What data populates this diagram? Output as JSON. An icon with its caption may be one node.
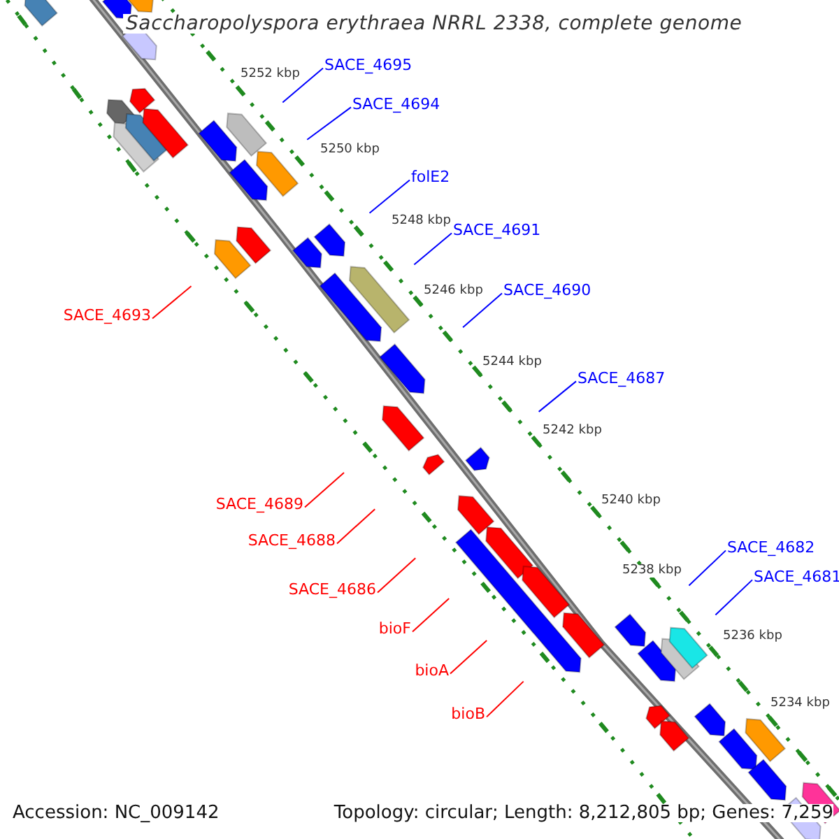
{
  "diagram": {
    "title": "Saccharopolyspora erythraea NRRL 2338, complete genome",
    "nodes": [
      {
        "text": [
          "SACE_4695"
        ]
      },
      {
        "text": [
          "SACE_4694"
        ]
      },
      {
        "text": [
          "folE2"
        ]
      },
      {
        "text": [
          "SACE_4691"
        ]
      },
      {
        "text": [
          "SACE_4690"
        ]
      },
      {
        "text": [
          "SACE_4687"
        ]
      },
      {
        "text": [
          "SACE_4693"
        ]
      },
      {
        "text": [
          "SACE_4689"
        ]
      },
      {
        "text": [
          "SACE_4688"
        ]
      },
      {
        "text": [
          "SACE_4686"
        ]
      },
      {
        "text": [
          "bioF"
        ]
      },
      {
        "text": [
          "bioA"
        ]
      },
      {
        "text": [
          "bioB"
        ]
      },
      {
        "text": [
          "SACE_4682"
        ]
      },
      {
        "text": [
          "SACE_4681"
        ]
      }
    ],
    "edges": [
      {
        "from": 0,
        "to": null,
        "arrow": "none"
      },
      {
        "from": 1,
        "to": null,
        "arrow": "none"
      },
      {
        "from": 2,
        "to": null,
        "arrow": "none"
      },
      {
        "from": 3,
        "to": null,
        "arrow": "none"
      },
      {
        "from": 4,
        "to": null,
        "arrow": "none"
      },
      {
        "from": 5,
        "to": null,
        "arrow": "none"
      },
      {
        "from": 6,
        "to": null,
        "arrow": "none",
        "color": "#ff0000"
      },
      {
        "from": 7,
        "to": null,
        "arrow": "none",
        "color": "#ff0000"
      },
      {
        "from": 8,
        "to": null,
        "arrow": "none",
        "color": "#ff0000"
      },
      {
        "from": 9,
        "to": null,
        "arrow": "none",
        "color": "#ff0000"
      },
      {
        "from": 10,
        "to": null,
        "arrow": "none",
        "color": "#ff0000"
      },
      {
        "from": 11,
        "to": null,
        "arrow": "none",
        "color": "#ff0000"
      },
      {
        "from": 12,
        "to": null,
        "arrow": "none",
        "color": "#ff0000"
      },
      {
        "from": 13,
        "to": null,
        "arrow": "none"
      },
      {
        "from": 14,
        "to": null,
        "arrow": "none"
      }
    ],
    "labels": [
      "5252 kbp",
      "5250 kbp",
      "5248 kbp",
      "5246 kbp",
      "5244 kbp",
      "5242 kbp",
      "5240 kbp",
      "5238 kbp",
      "5236 kbp",
      "5234 kbp",
      "Accession: NC_009142",
      "Topology: circular; Length: 8,212,805 bp; Genes: 7,259"
    ]
  }
}
